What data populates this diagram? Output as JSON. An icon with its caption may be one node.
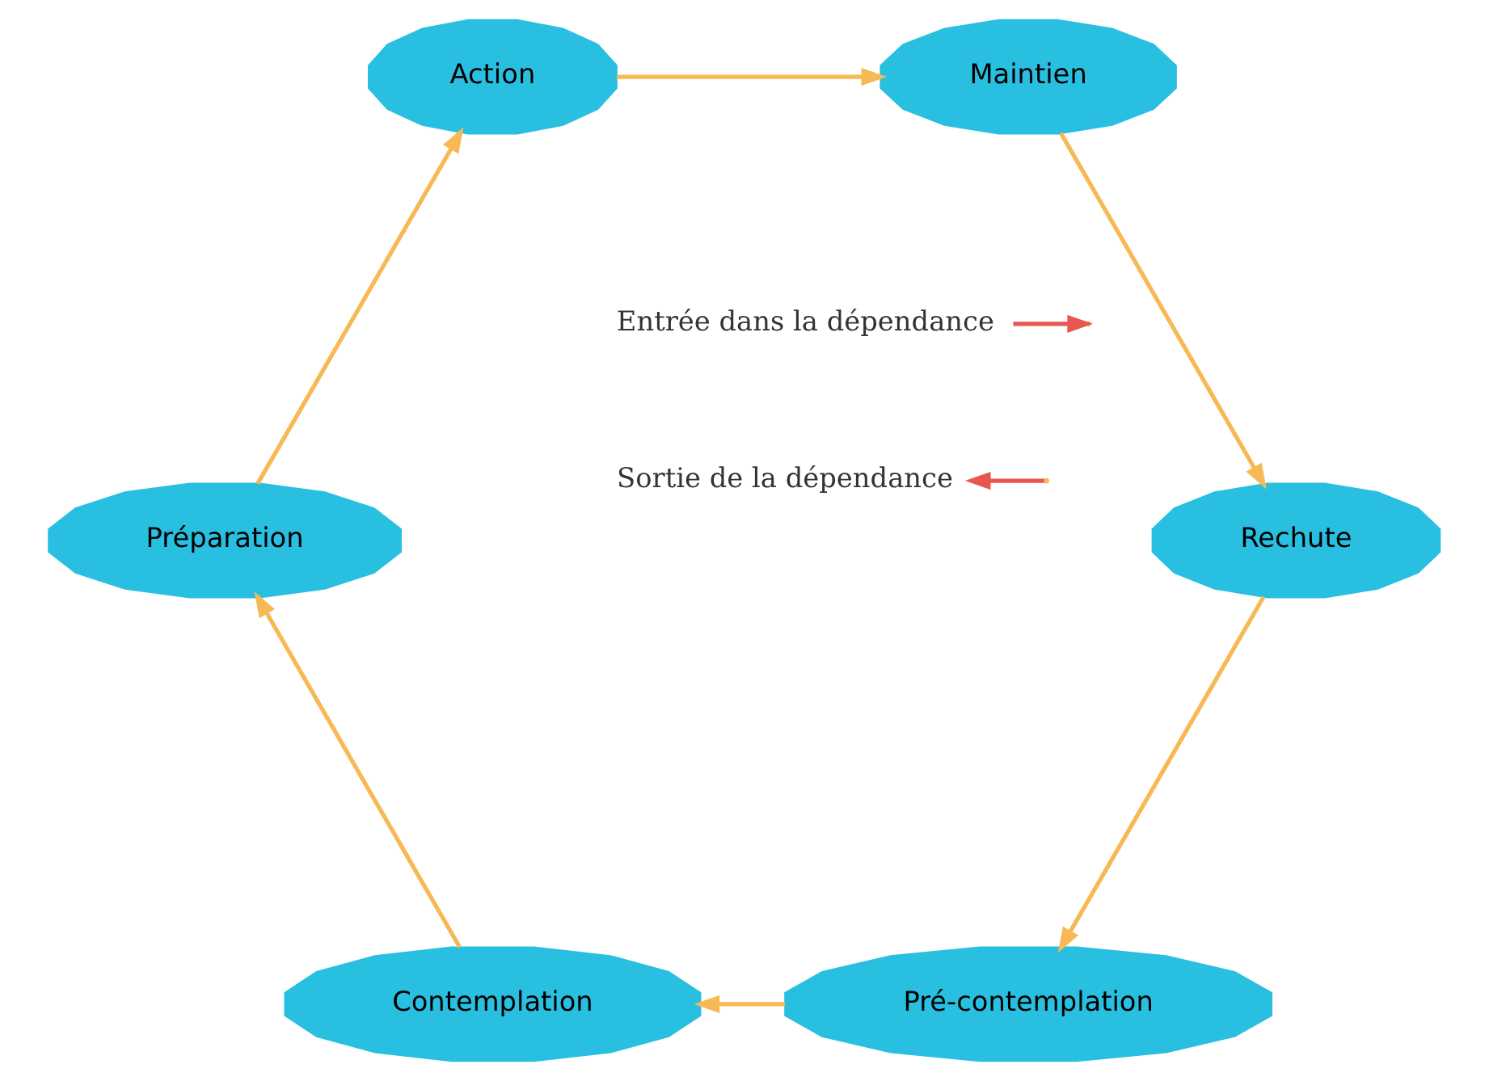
{
  "diagram": {
    "nodes": [
      {
        "text": [
          "Pré-contemplation"
        ]
      },
      {
        "text": [
          "Contemplation"
        ]
      },
      {
        "text": [
          "Préparation"
        ]
      },
      {
        "text": [
          "Action"
        ]
      },
      {
        "text": [
          "Maintien"
        ]
      },
      {
        "text": [
          "Rechute"
        ]
      },
      {
        "text": [
          "Entrée dans la dépendance"
        ]
      },
      {
        "text": [
          "Sortie de la dépendance"
        ]
      }
    ],
    "edges": [
      {
        "from": 0,
        "to": 1,
        "arrow": "to"
      },
      {
        "from": 1,
        "to": 2,
        "arrow": "to"
      },
      {
        "from": 2,
        "to": 3,
        "arrow": "to"
      },
      {
        "from": 3,
        "to": 4,
        "arrow": "to"
      },
      {
        "from": 4,
        "to": 5,
        "arrow": "to"
      },
      {
        "from": 5,
        "to": 0,
        "arrow": "to"
      },
      {
        "from": 6,
        "to": null,
        "arrow": "to",
        "color": "#e8574f"
      },
      {
        "from": null,
        "to": 7,
        "arrow": "to",
        "color": "#e8574f"
      }
    ]
  }
}
